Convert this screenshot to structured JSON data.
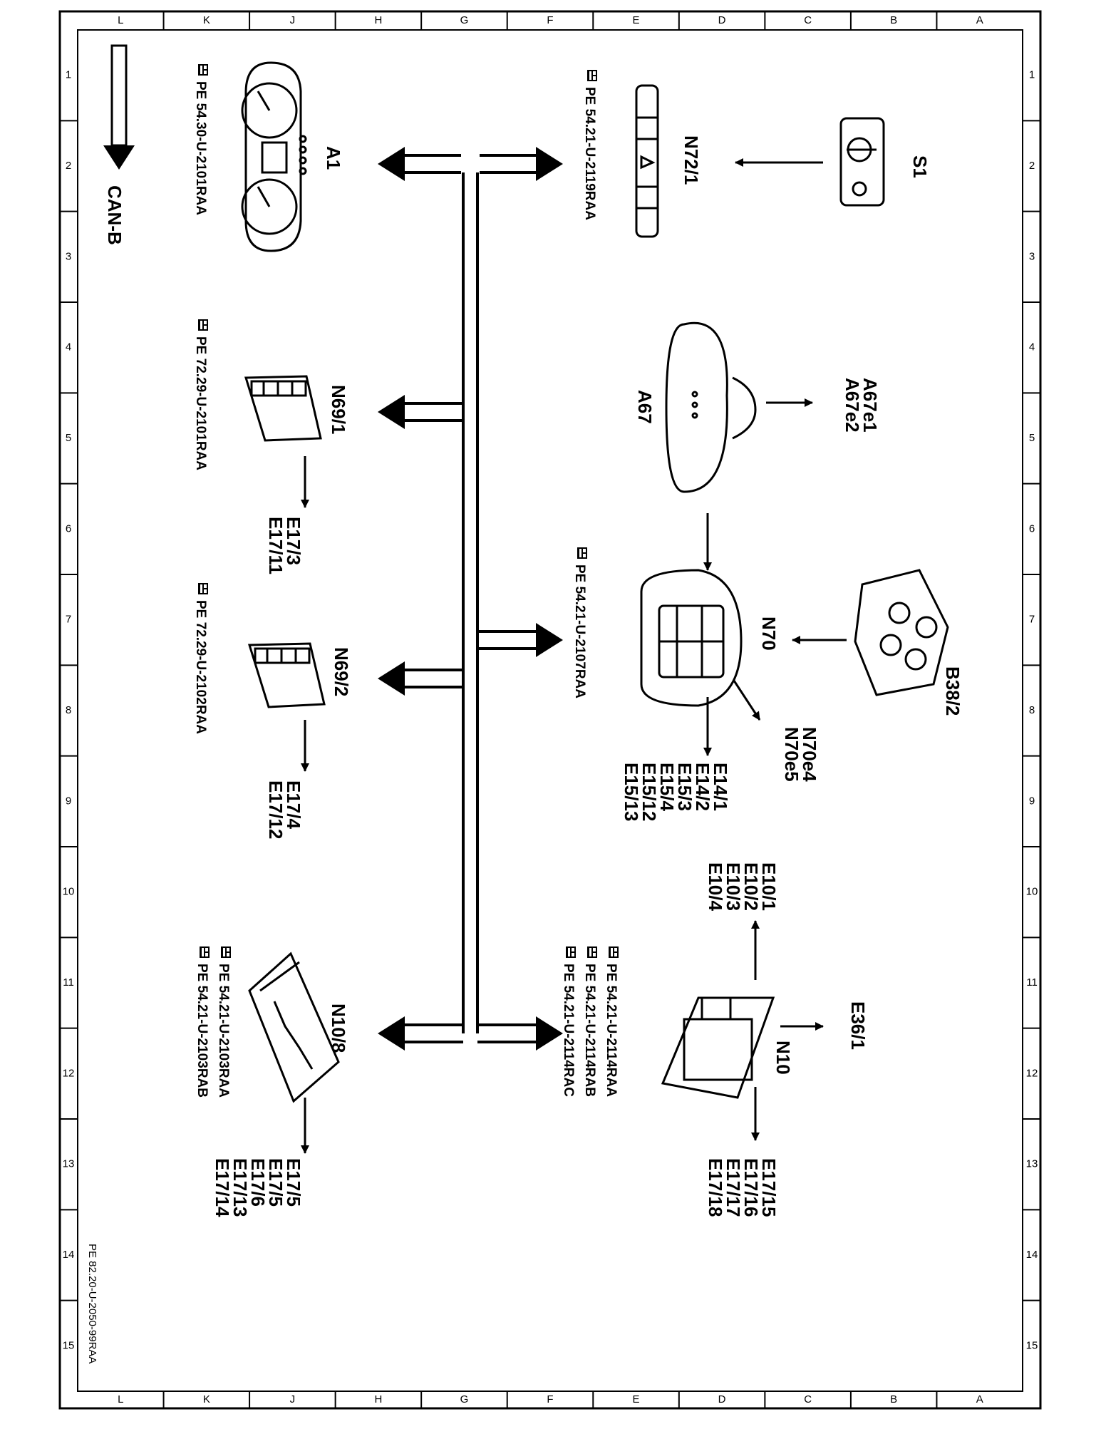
{
  "grid": {
    "letters": [
      "L",
      "K",
      "J",
      "H",
      "G",
      "F",
      "E",
      "D",
      "C",
      "B",
      "A"
    ],
    "numbers": [
      "1",
      "2",
      "3",
      "4",
      "5",
      "6",
      "7",
      "8",
      "9",
      "10",
      "11",
      "12",
      "13",
      "14",
      "15"
    ]
  },
  "bus_label": "CAN-B",
  "drawing_number": "PE 82.20-U-2050-99RAA",
  "components": {
    "S1": "S1",
    "N72_1": "N72/1",
    "A1": "A1",
    "A67": "A67",
    "A67e": [
      "A67e1",
      "A67e2"
    ],
    "N69_1": "N69/1",
    "N69_1_out": [
      "E17/3",
      "E17/11"
    ],
    "N69_2": "N69/2",
    "N69_2_out": [
      "E17/4",
      "E17/12"
    ],
    "B38_2": "B38/2",
    "N70": "N70",
    "N70_e": [
      "N70e4",
      "N70e5"
    ],
    "N70_out": [
      "E14/1",
      "E14/2",
      "E15/3",
      "E15/4",
      "E15/12",
      "E15/13"
    ],
    "N10": "N10",
    "N10_top": [
      "E10/1",
      "E10/2",
      "E10/3",
      "E10/4"
    ],
    "E36_1": "E36/1",
    "N10_bottom": [
      "E17/15",
      "E17/16",
      "E17/17",
      "E17/18"
    ],
    "N10_8": "N10/8",
    "N10_8_out": [
      "E17/5",
      "E17/5",
      "E17/6",
      "E17/13",
      "E17/14"
    ]
  },
  "refs": {
    "N72_1": [
      "PE 54.21-U-2119RAA"
    ],
    "A1": [
      "PE 54.30-U-2101RAA"
    ],
    "N69_1": [
      "PE 72.29-U-2101RAA"
    ],
    "N69_2": [
      "PE 72.29-U-2102RAA"
    ],
    "N70": [
      "PE 54.21-U-2107RAA"
    ],
    "N10": [
      "PE 54.21-U-2114RAA",
      "PE 54.21-U-2114RAB",
      "PE 54.21-U-2114RAC"
    ],
    "N10_8": [
      "PE 54.21-U-2103RAA",
      "PE 54.21-U-2103RAB"
    ]
  },
  "icon_names": [
    "hand-pointer-icon",
    "instrument-cluster-icon",
    "hazard-switch-icon",
    "ignition-switch-icon",
    "rear-view-mirror-icon",
    "overhead-control-panel-icon",
    "rain-light-sensor-icon",
    "control-module-icon",
    "seat-control-module-icon"
  ]
}
